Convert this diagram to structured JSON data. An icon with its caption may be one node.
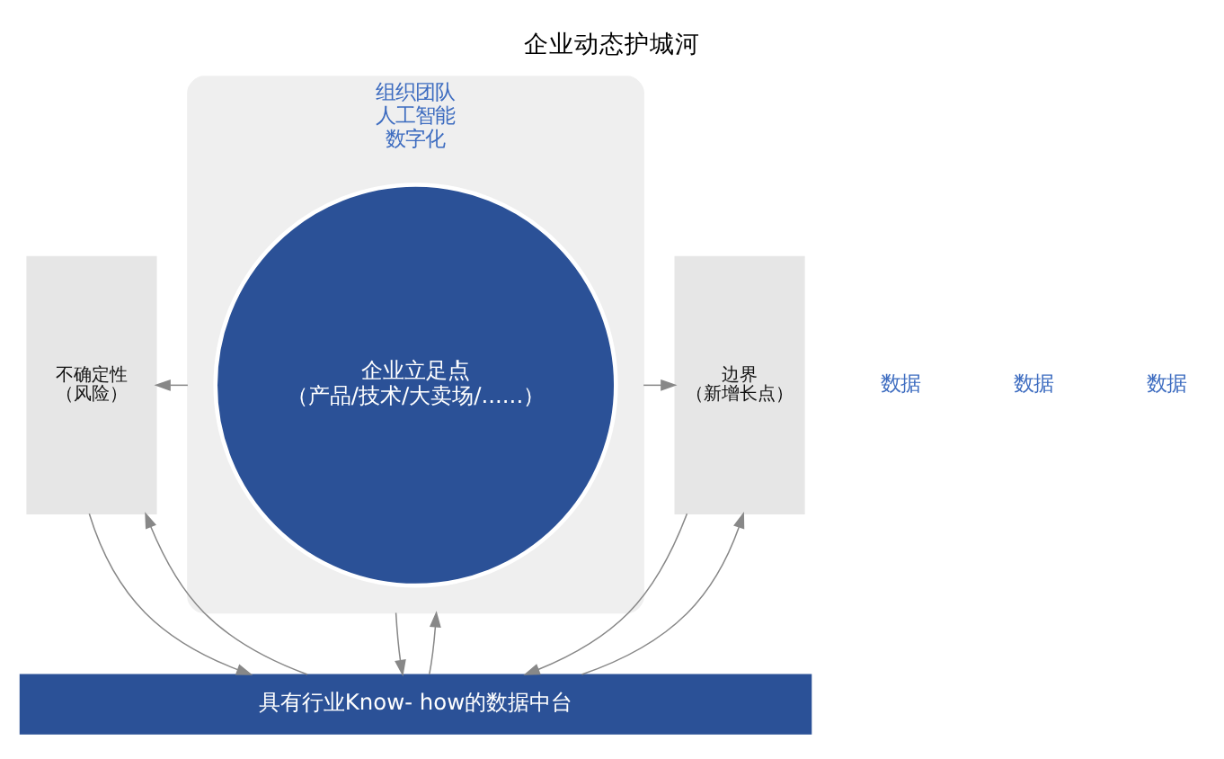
{
  "diagram": {
    "title": "企业动态护城河",
    "nodes": [
      {
        "text": [
          "不确定性",
          "（风险）"
        ]
      },
      {
        "text": [
          "组织团队",
          "人工智能",
          "数字化"
        ]
      },
      {
        "text": [
          "企业立足点",
          "（产品/技术/大卖场/......）"
        ],
        "in": 1
      },
      {
        "text": [
          "边界",
          "（新增长点）"
        ]
      },
      {
        "text": [
          "具有行业Know- how的数据中台"
        ]
      }
    ],
    "edges": [
      {
        "from": 1,
        "to": 0,
        "arrow": "to"
      },
      {
        "from": 1,
        "to": 3,
        "arrow": "to"
      },
      {
        "from": 4,
        "to": 0,
        "arrow": "to"
      },
      {
        "from": 0,
        "to": 4,
        "arrow": "to"
      },
      {
        "from": 1,
        "to": 4,
        "arrow": "to"
      },
      {
        "from": 4,
        "to": 1,
        "arrow": "to"
      },
      {
        "from": 4,
        "to": 3,
        "arrow": "to"
      },
      {
        "from": 3,
        "to": 4,
        "arrow": "to"
      }
    ],
    "labels": [
      "数据",
      "数据",
      "数据"
    ]
  }
}
